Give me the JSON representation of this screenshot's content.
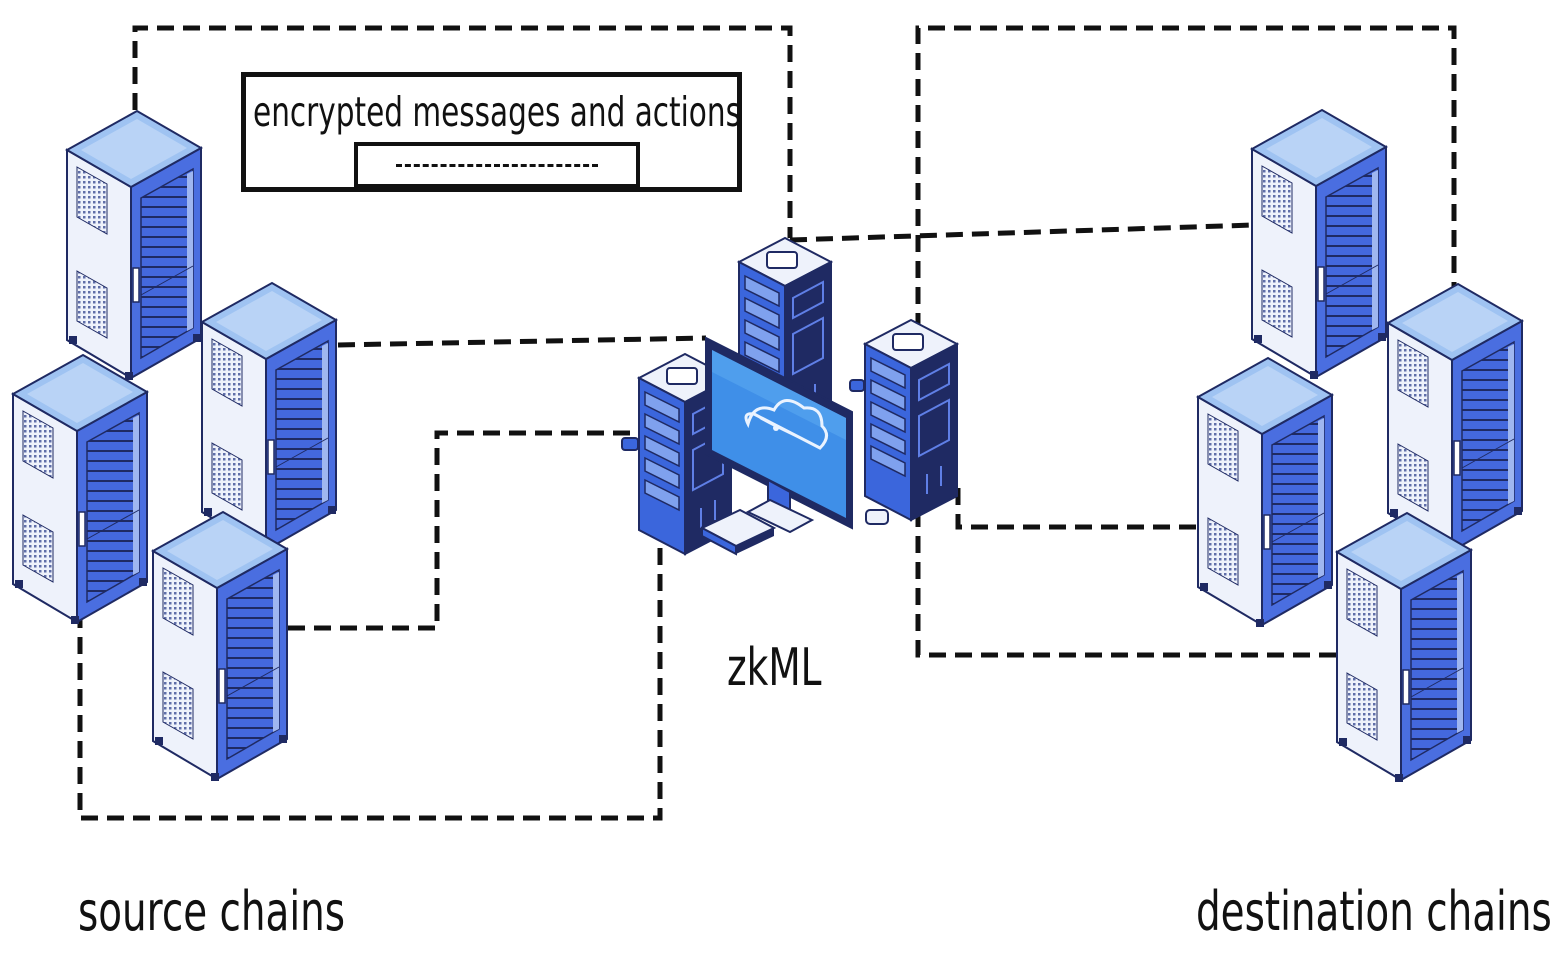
{
  "legend": {
    "text": "encrypted messages and actions",
    "swatch": "dashed line"
  },
  "labels": {
    "source": "source chains",
    "zkml": "zkML",
    "destination": "destination chains"
  },
  "colors": {
    "line": "#111111",
    "server_front": "#eef2fb",
    "server_side": "#4a6ee0",
    "server_top": "#9fc3f2",
    "accent": "#3b66dc",
    "dark": "#1f2a63"
  },
  "nodes": {
    "source_servers": 4,
    "destination_servers": 4
  }
}
